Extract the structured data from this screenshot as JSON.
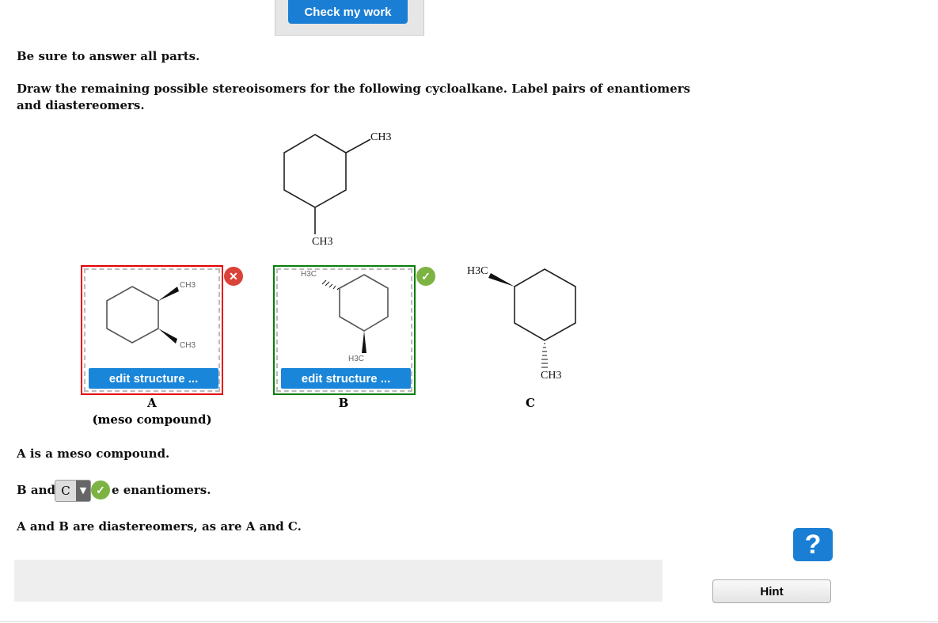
{
  "toolbar": {
    "check_label": "Check my work",
    "hint_label": "Hint",
    "help_icon": "?"
  },
  "instructions": {
    "line1": "Be sure to answer all parts.",
    "line2": "Draw the remaining possible stereoisomers for the following cycloalkane. Label pairs of enantiomers",
    "line3": "and diastereomers."
  },
  "given": {
    "top_label": "CH3",
    "bottom_label": "CH3"
  },
  "structures": [
    {
      "label": "A",
      "sublabel": "(meso compound)",
      "status": "incorrect",
      "edit_label": "edit structure ...",
      "sub1": "CH3",
      "sub2": "CH3",
      "border_color": "#e60000"
    },
    {
      "label": "B",
      "status": "correct",
      "edit_label": "edit structure ...",
      "sub1": "H3C",
      "sub2": "H3C",
      "border_color": "#0a7d0a"
    },
    {
      "label": "C",
      "sub1": "H3C",
      "sub2": "CH3"
    }
  ],
  "answers": {
    "s1": "A is a meso compound.",
    "s2_prefix": "B and",
    "s2_select": "C",
    "s2_suffix": "e enantiomers.",
    "s3": "A and B are diastereomers, as are A and C."
  },
  "colors": {
    "correct": "#7cb342",
    "incorrect": "#d9433a",
    "button": "#1a7fd4"
  }
}
